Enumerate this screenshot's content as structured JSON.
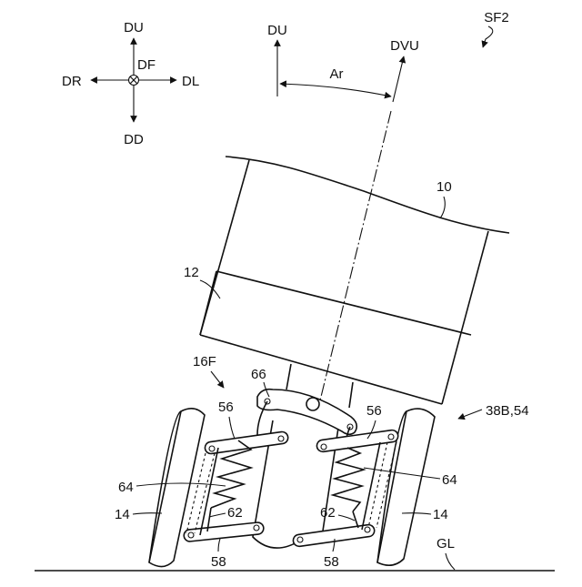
{
  "direction_legend": {
    "up": "DU",
    "down": "DD",
    "right": "DR",
    "left": "DL",
    "front": "DF"
  },
  "angle": {
    "vertical_label": "DU",
    "tilted_label": "DVU",
    "angle_label": "Ar"
  },
  "figure_label": "SF2",
  "reference_labels": {
    "body": "10",
    "seat_part": "12",
    "wheel_assembly": "16F",
    "link_top": "66",
    "left_arm": "56",
    "right_arm": "56",
    "left_spring": "64",
    "right_spring": "64",
    "left_rod": "62",
    "right_rod": "62",
    "left_lower_arm": "58",
    "right_lower_arm": "58",
    "left_wheel": "14",
    "right_wheel": "14",
    "suspension": "38B,54",
    "ground": "GL"
  }
}
